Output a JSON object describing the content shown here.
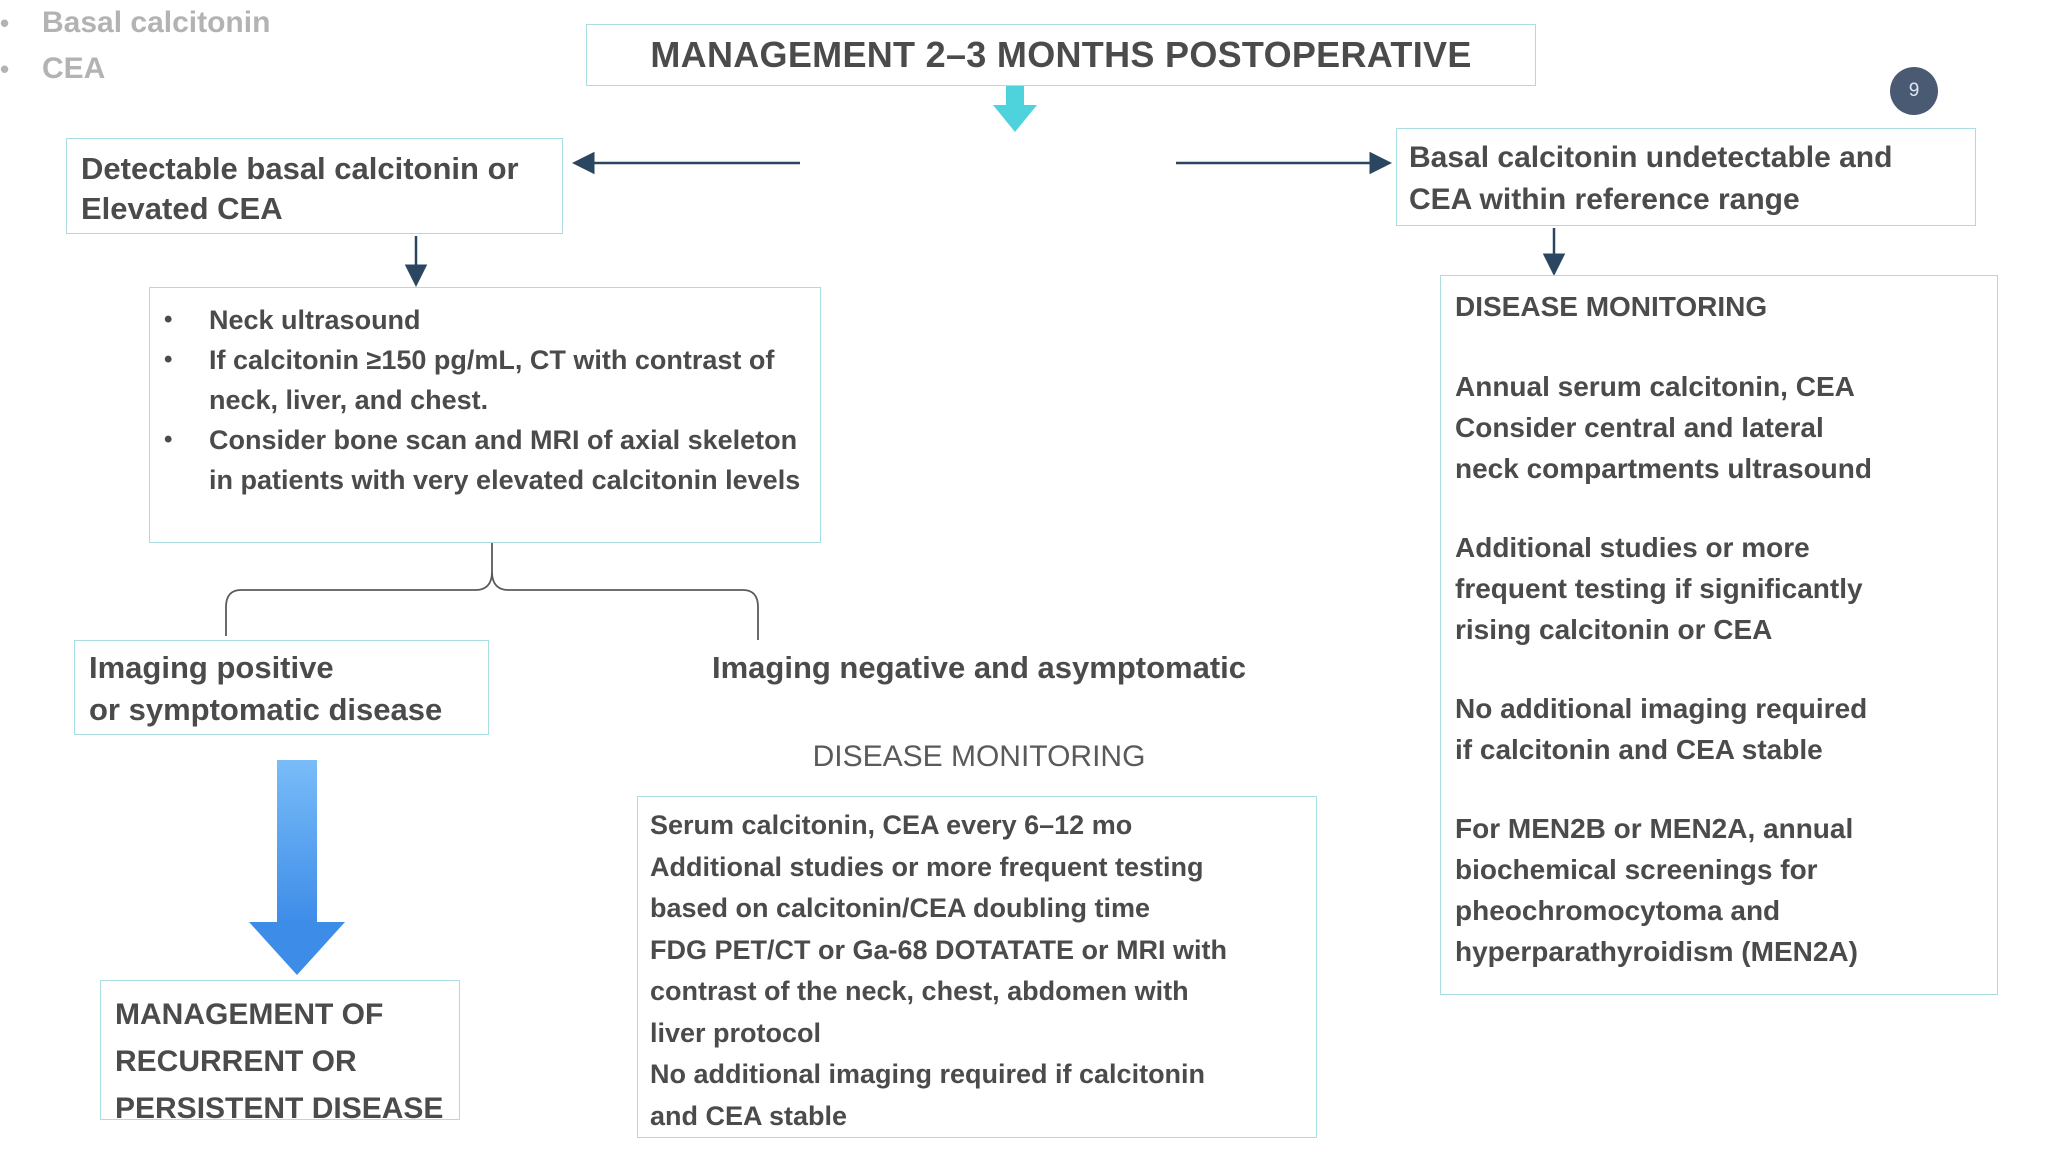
{
  "title": "MANAGEMENT 2–3 MONTHS POSTOPERATIVE",
  "page_badge": "9",
  "colors": {
    "box_border": "#a9dde2",
    "text": "#4b4b4b",
    "muted_text": "#b3b3b3",
    "teal_arrow": "#4ed3dd",
    "blue_arrow_light": "#6fb7f7",
    "blue_arrow_dark": "#3d8ce8",
    "connector": "#2b4660",
    "badge_bg": "#4a5a73"
  },
  "center_tests": {
    "items": [
      "Basal calcitonin",
      "CEA"
    ],
    "bullet": "•"
  },
  "left_branch": {
    "condition_lines": [
      "Detectable basal calcitonin or",
      "Elevated CEA"
    ],
    "workup": {
      "bullet": "•",
      "items": [
        "Neck ultrasound",
        "If calcitonin ≥150 pg/mL, CT with contrast of neck, liver, and chest.",
        "Consider bone scan and MRI of axial skeleton in patients with very elevated calcitonin levels"
      ]
    },
    "imaging_positive_lines": [
      "Imaging positive",
      "or symptomatic disease"
    ],
    "management_lines": [
      "MANAGEMENT OF",
      "RECURRENT OR",
      "PERSISTENT DISEASE"
    ],
    "imaging_negative_label": "Imaging negative and asymptomatic",
    "center_monitoring_heading": "DISEASE MONITORING",
    "center_monitoring_lines": [
      "Serum calcitonin, CEA every 6–12 mo",
      "Additional studies or more frequent testing",
      "based on calcitonin/CEA doubling time",
      "FDG PET/CT or Ga-68 DOTATATE or MRI with",
      "contrast of the neck, chest, abdomen with",
      "liver protocol",
      "No additional imaging required if calcitonin",
      "and CEA stable"
    ]
  },
  "right_branch": {
    "condition_lines": [
      "Basal calcitonin undetectable and",
      "CEA within reference range"
    ],
    "monitoring_heading": "DISEASE MONITORING",
    "monitoring_paragraphs": [
      [
        "Annual serum calcitonin, CEA",
        "Consider central and lateral",
        "neck compartments ultrasound"
      ],
      [
        "Additional studies or more",
        "frequent testing if significantly",
        "rising calcitonin or CEA"
      ],
      [
        "No additional imaging required",
        "if calcitonin and CEA stable"
      ],
      [
        "For MEN2B or MEN2A, annual",
        "biochemical screenings for",
        "pheochromocytoma and",
        "hyperparathyroidism (MEN2A)"
      ]
    ]
  }
}
